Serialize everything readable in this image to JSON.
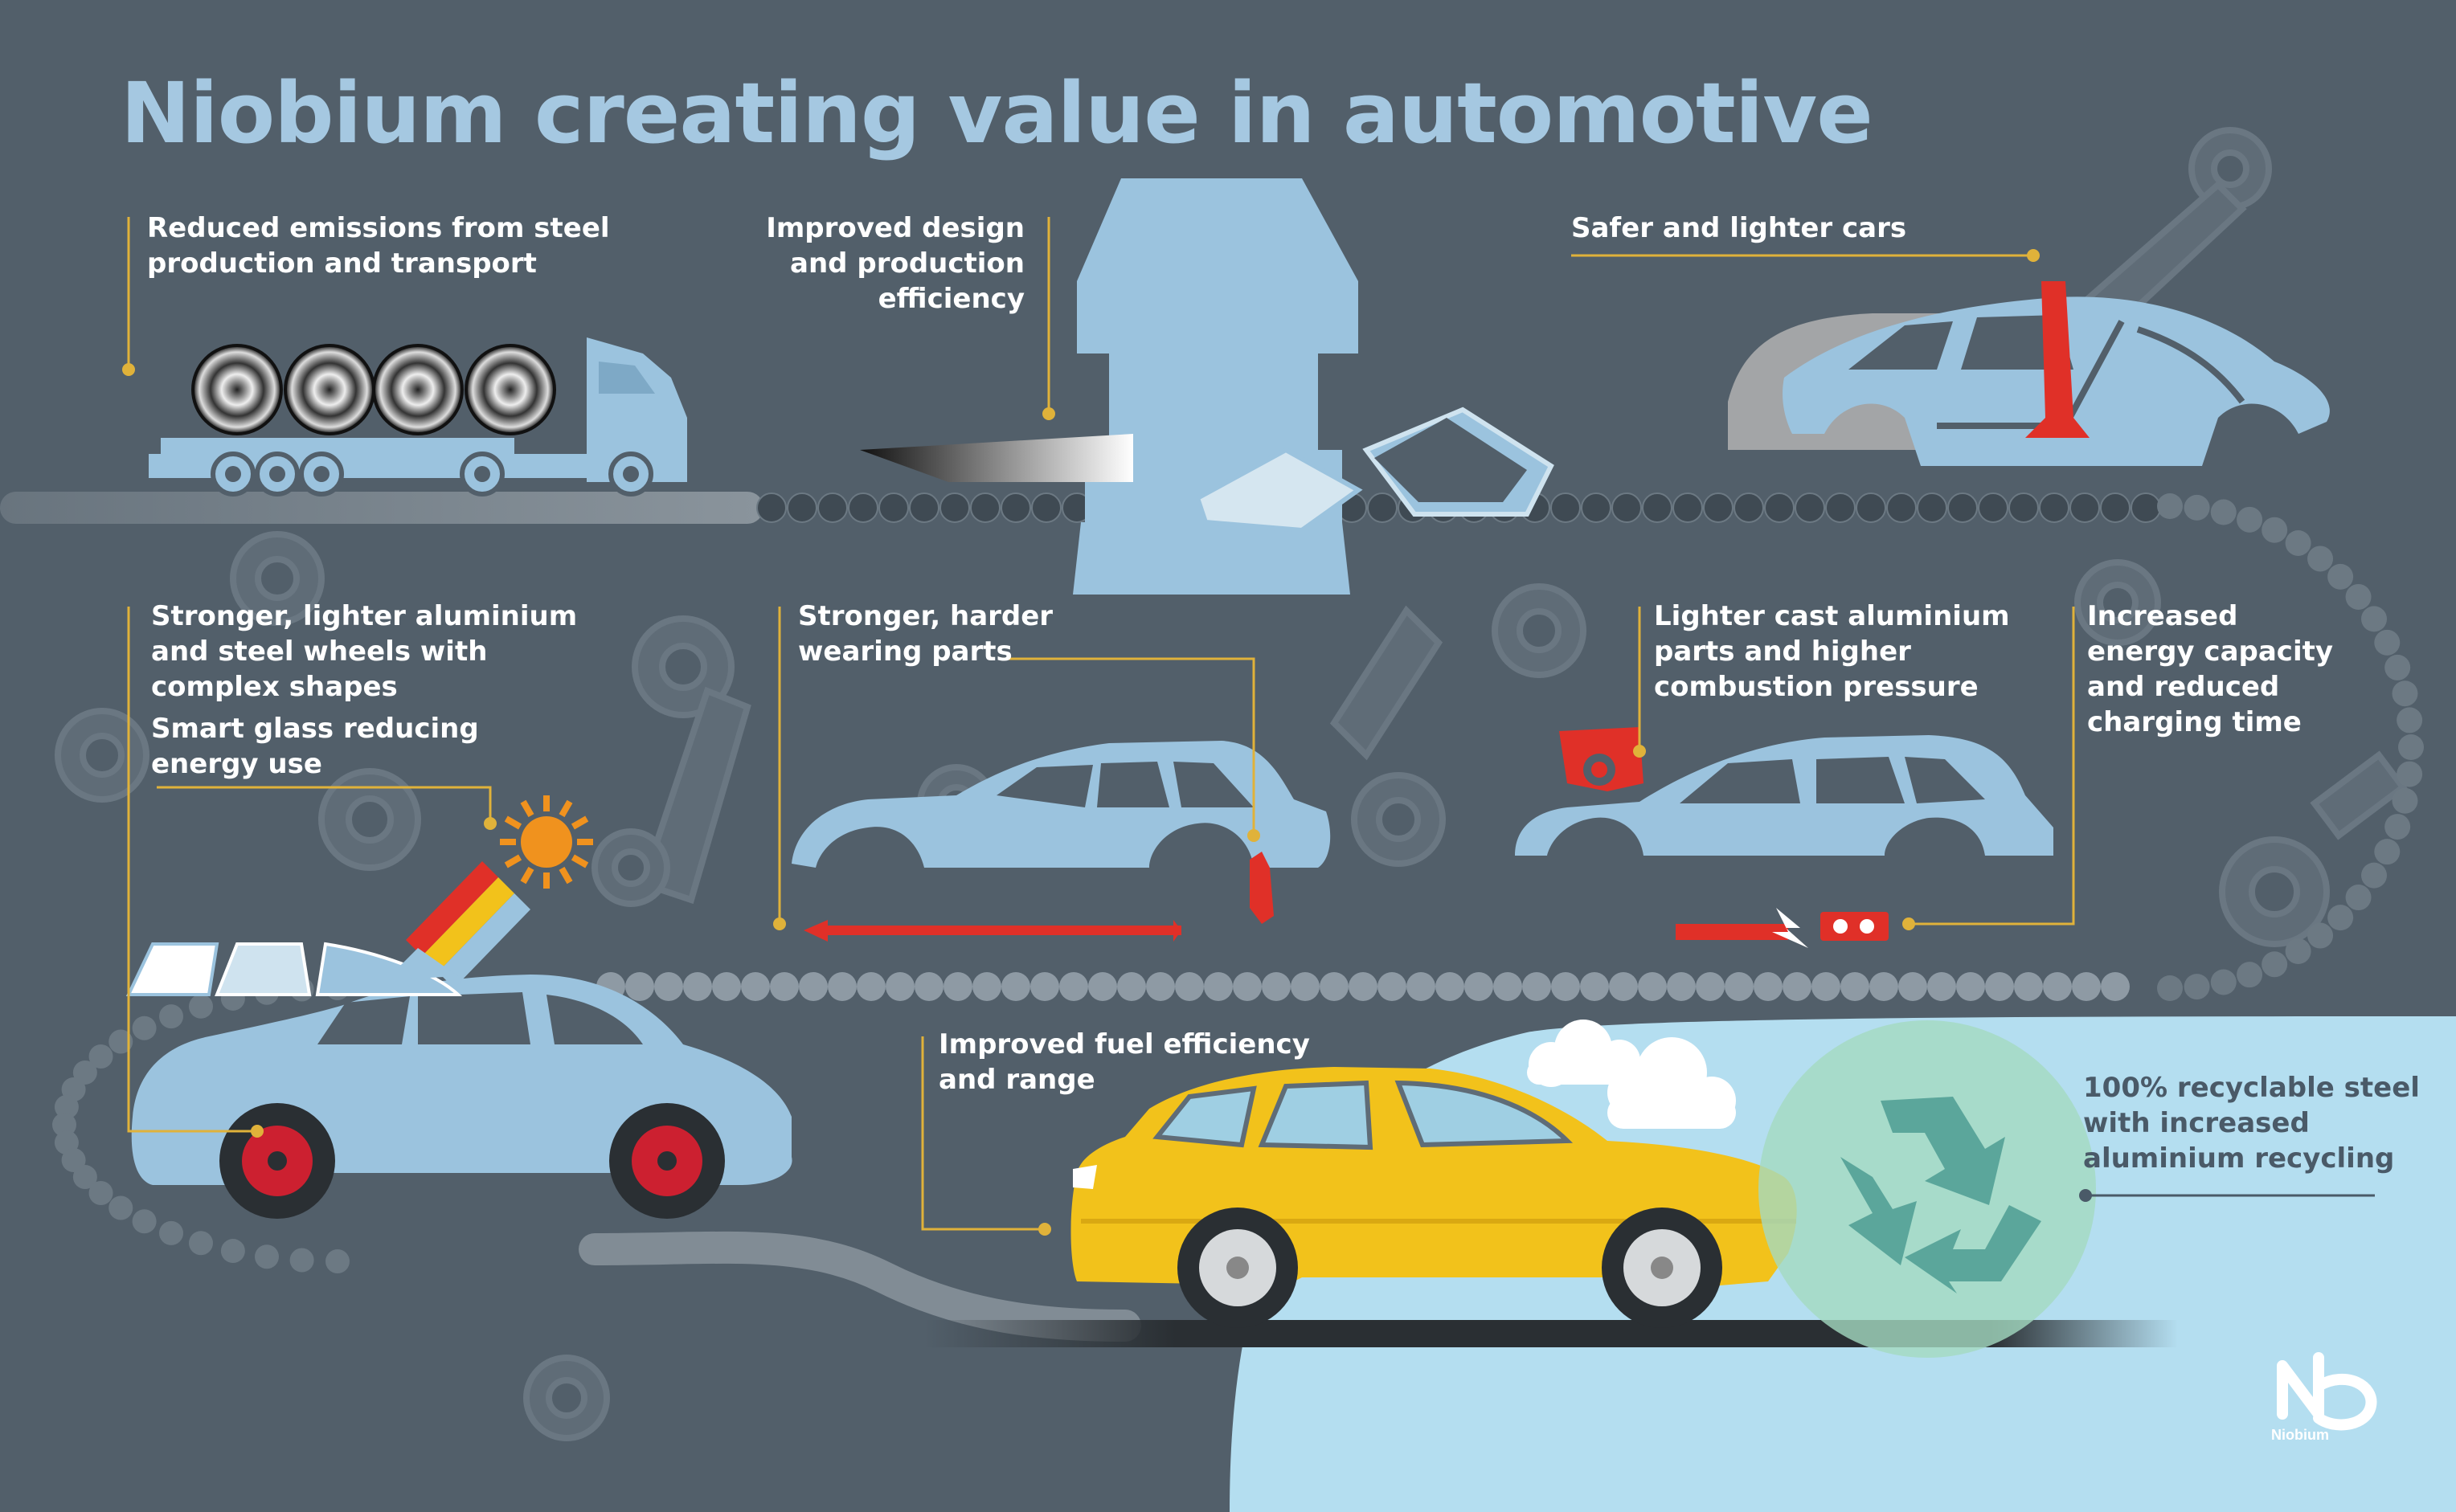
{
  "title": "Niobium creating value in automotive",
  "labels": {
    "emissions": [
      "Reduced emissions from steel",
      "production and transport"
    ],
    "design": [
      "Improved design",
      "and production",
      "efficiency"
    ],
    "safer": [
      "Safer and lighter cars"
    ],
    "wheels": [
      "Stronger, lighter aluminium",
      "and steel wheels with",
      "complex shapes"
    ],
    "glass": [
      "Smart glass reducing",
      "energy use"
    ],
    "parts": [
      "Stronger, harder",
      "wearing parts"
    ],
    "cast": [
      "Lighter cast aluminium",
      "parts and higher",
      "combustion pressure"
    ],
    "energy": [
      "Increased",
      "energy capacity",
      "and reduced",
      "charging time"
    ],
    "fuel": [
      "Improved fuel efficiency",
      "and range"
    ],
    "recycle": [
      "100% recyclable steel",
      "with increased",
      "aluminium recycling"
    ]
  },
  "brand": {
    "logo_text": "Nb",
    "name": "Niobium"
  },
  "colors": {
    "background": "#525f6a",
    "title": "#a5c8e1",
    "car_body": "#9bc3de",
    "accent_red": "#e03028",
    "leader_line": "#e0b23a",
    "yellow_car": "#f2c21b",
    "recycle_bg": "#b4def0"
  },
  "icons": [
    "steel-coil-icon",
    "truck-icon",
    "press-icon",
    "sun-icon",
    "recycle-icon",
    "battery-icon",
    "piston-icon",
    "robot-arm-icon"
  ]
}
